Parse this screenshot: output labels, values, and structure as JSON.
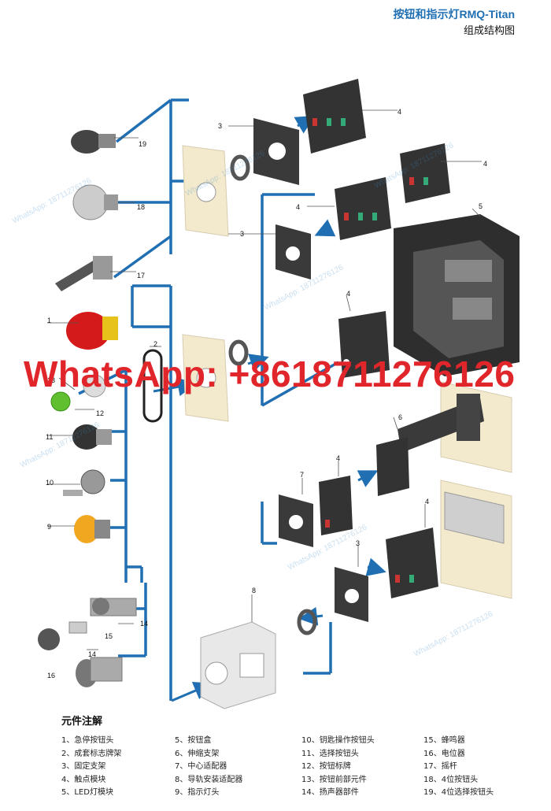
{
  "header": {
    "title": "按钮和指示灯RMQ-Titan",
    "subtitle": "组成结构图"
  },
  "colors": {
    "connector": "#1f6fb2",
    "watermark": "#e0262b",
    "title": "#1f6fb2"
  },
  "callouts": {
    "n1": "1",
    "n2": "2",
    "n3a": "3",
    "n3b": "3",
    "n3c": "3",
    "n4a": "4",
    "n4b": "4",
    "n4c": "4",
    "n4d": "4",
    "n4e": "4",
    "n4f": "4",
    "n5": "5",
    "n6": "6",
    "n7": "7",
    "n8": "8",
    "n9": "9",
    "n10": "10",
    "n11": "11",
    "n12": "12",
    "n13": "13",
    "n14a": "14",
    "n14b": "14",
    "n15": "15",
    "n16": "16",
    "n17": "17",
    "n18": "18",
    "n19": "19"
  },
  "watermark": {
    "main": "WhatsApp: +8618711276126",
    "faint": "WhatsApp: 18711276126"
  },
  "legend": {
    "title": "元件注解",
    "col1": [
      "1、急停按钮头",
      "2、成套标志牌架",
      "3、固定支架",
      "4、触点模块",
      "5、LED灯模块"
    ],
    "col2": [
      "5、按钮盒",
      "6、伸缩支架",
      "7、中心适配器",
      "8、导轨安装适配器",
      "9、指示灯头"
    ],
    "col3": [
      "10、钥匙操作按钮头",
      "11、选择按钮头",
      "12、按钮标牌",
      "13、按钮前部元件",
      "14、扬声器部件"
    ],
    "col4": [
      "15、蜂鸣器",
      "16、电位器",
      "17、摇杆",
      "18、4位按钮头",
      "19、4位选择按钮头"
    ]
  }
}
